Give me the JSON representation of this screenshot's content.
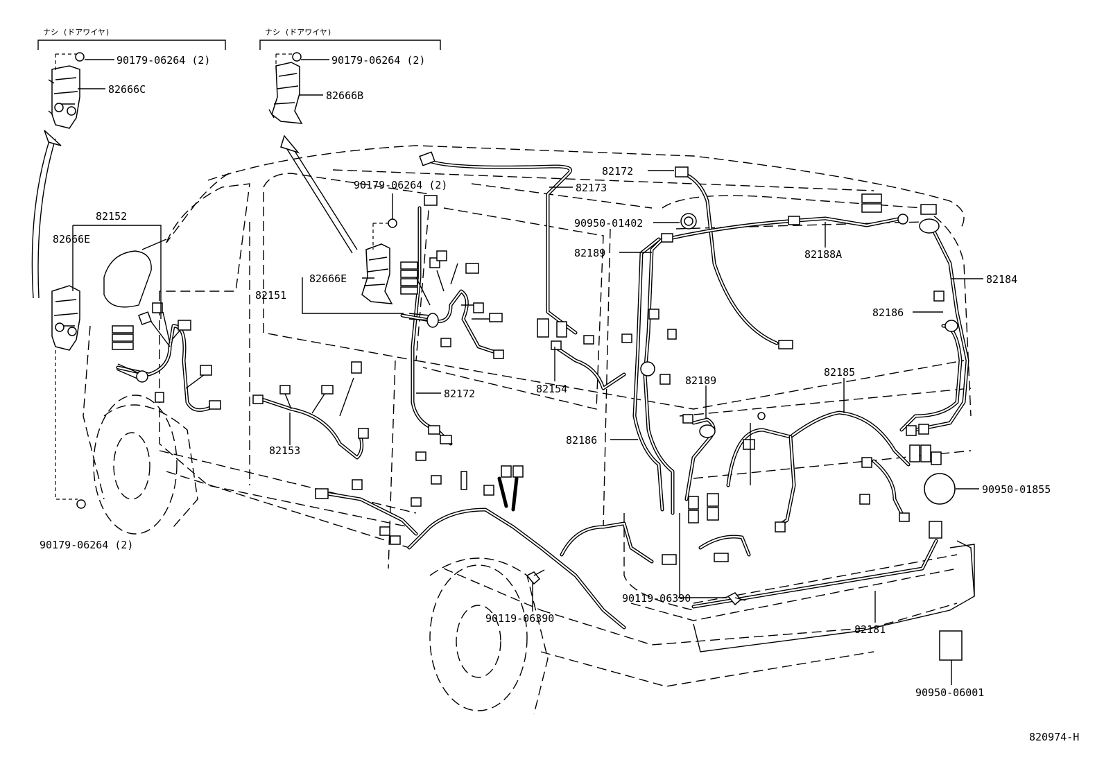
{
  "diagram": {
    "reference_code": "820974-H",
    "notes": {
      "left": "ナシ (ドアワイヤ)",
      "right": "ナシ (ドアワイヤ)"
    },
    "labels": {
      "p90179_tl": "90179-06264 (2)",
      "p82666C": "82666C",
      "p90179_tm": "90179-06264 (2)",
      "p82666B": "82666B",
      "p82152": "82152",
      "p82666E_left": "82666E",
      "p90179_bl": "90179-06264 (2)",
      "p90179_center": "90179-06264 (2)",
      "p82666E_center": "82666E",
      "p82151": "82151",
      "p82153": "82153",
      "p82172_mid": "82172",
      "p82173": "82173",
      "p82172_top": "82172",
      "p90950_01402": "90950-01402",
      "p82189_top": "82189",
      "p82188A": "82188A",
      "p82184": "82184",
      "p82186_right": "82186",
      "p82154": "82154",
      "p82189_mid": "82189",
      "p82185": "82185",
      "p82186_mid": "82186",
      "p90950_01855": "90950-01855",
      "p90119_center": "90119-06390",
      "p90119_right": "90119-06390",
      "p82181": "82181",
      "p90950_06001": "90950-06001"
    }
  }
}
